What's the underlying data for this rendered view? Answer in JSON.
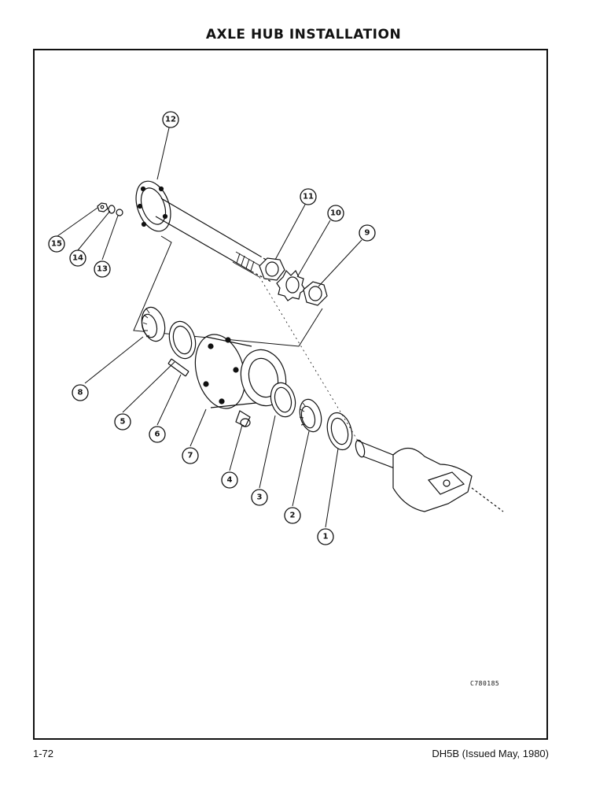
{
  "page": {
    "title": "AXLE HUB INSTALLATION",
    "drawing_code": "C780185",
    "page_number": "1-72",
    "document_ref": "DH5B (Issued May, 1980)"
  },
  "callouts": [
    {
      "label": "1"
    },
    {
      "label": "2"
    },
    {
      "label": "3"
    },
    {
      "label": "4"
    },
    {
      "label": "5"
    },
    {
      "label": "6"
    },
    {
      "label": "7"
    },
    {
      "label": "8"
    },
    {
      "label": "9"
    },
    {
      "label": "10"
    },
    {
      "label": "11"
    },
    {
      "label": "12"
    },
    {
      "label": "13"
    },
    {
      "label": "14"
    },
    {
      "label": "15"
    }
  ]
}
